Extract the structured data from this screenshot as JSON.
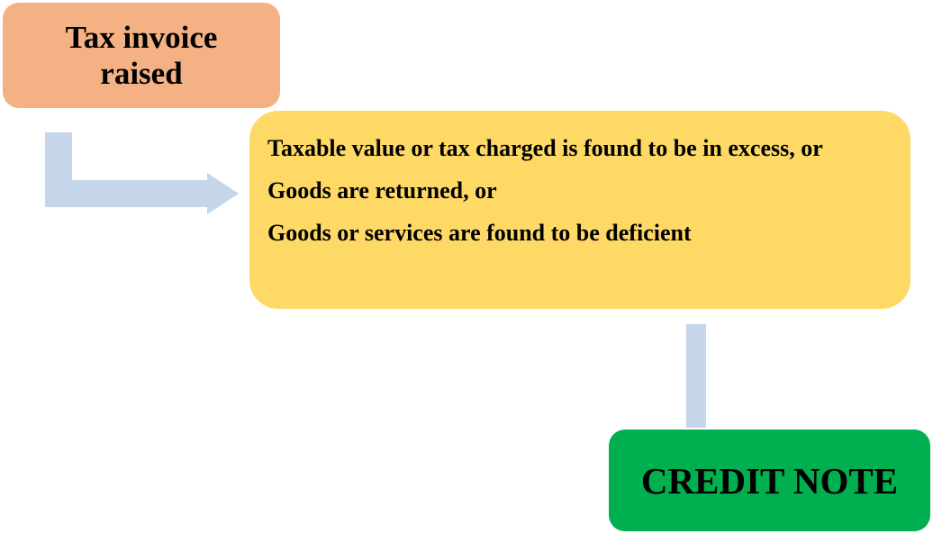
{
  "start": {
    "label": "Tax invoice raised"
  },
  "conditions": {
    "items": [
      "Taxable value or tax charged is found to be in excess, or",
      "Goods are returned, or",
      "Goods or services are found to be deficient"
    ]
  },
  "result": {
    "label": "CREDIT NOTE"
  },
  "colors": {
    "start": "#F4B183",
    "conditions": "#FFD966",
    "result": "#00B050",
    "connector": "#C5D5EA"
  }
}
